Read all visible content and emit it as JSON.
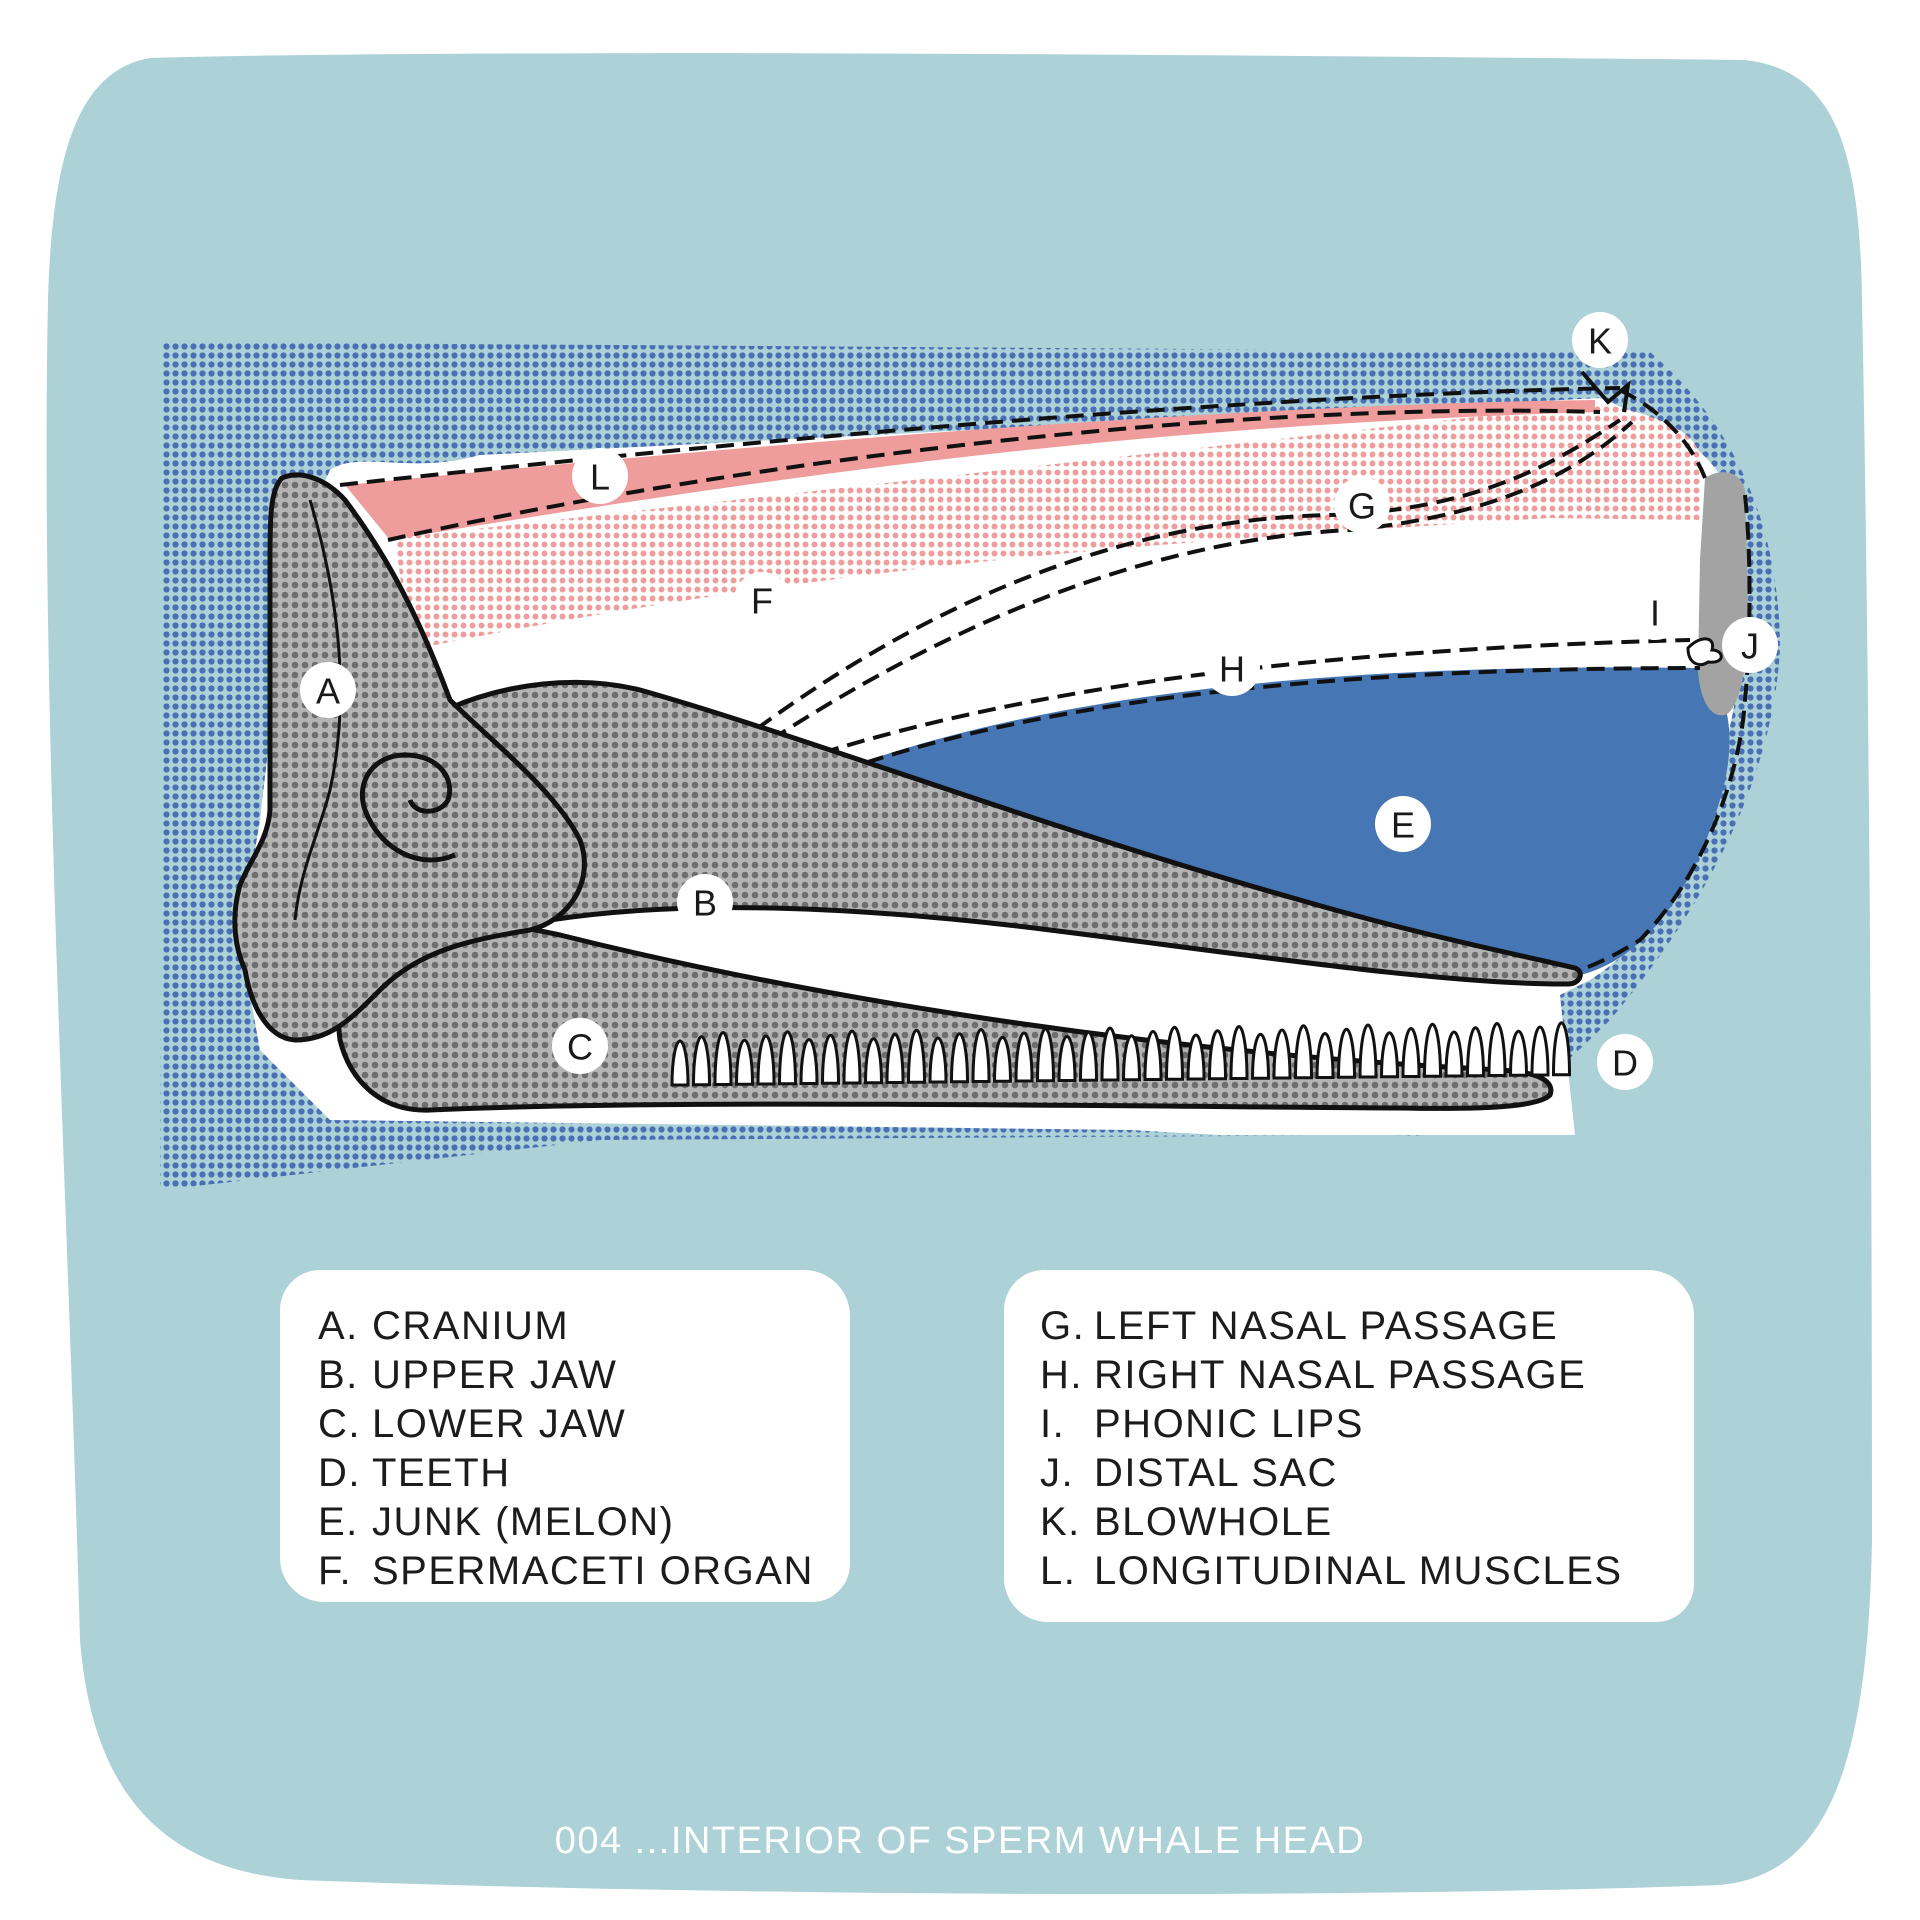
{
  "colors": {
    "background": "#acd1d7",
    "halftone": "#4a6fb5",
    "bone": "#b4b4b4",
    "bone_dark": "#6e6e6e",
    "muscle": "#ee9c9c",
    "melon": "#4676b3",
    "outline": "#111111",
    "white": "#ffffff"
  },
  "diagram": {
    "markers": [
      {
        "letter": "A"
      },
      {
        "letter": "B"
      },
      {
        "letter": "C"
      },
      {
        "letter": "D"
      },
      {
        "letter": "E"
      },
      {
        "letter": "F"
      },
      {
        "letter": "G"
      },
      {
        "letter": "H"
      },
      {
        "letter": "I"
      },
      {
        "letter": "J"
      },
      {
        "letter": "K"
      },
      {
        "letter": "L"
      }
    ]
  },
  "legend_left": [
    {
      "key": "A.",
      "label": "CRANIUM"
    },
    {
      "key": "B.",
      "label": "UPPER JAW"
    },
    {
      "key": "C.",
      "label": "LOWER JAW"
    },
    {
      "key": "D.",
      "label": "TEETH"
    },
    {
      "key": "E.",
      "label": "JUNK (MELON)"
    },
    {
      "key": "F.",
      "label": "SPERMACETI ORGAN"
    }
  ],
  "legend_right": [
    {
      "key": "G.",
      "label": "LEFT NASAL PASSAGE"
    },
    {
      "key": "H.",
      "label": "RIGHT NASAL PASSAGE"
    },
    {
      "key": "I.",
      "label": "PHONIC LIPS"
    },
    {
      "key": "J.",
      "label": "DISTAL SAC"
    },
    {
      "key": "K.",
      "label": "BLOWHOLE"
    },
    {
      "key": "L.",
      "label": "LONGITUDINAL MUSCLES"
    }
  ],
  "caption": "004 ...INTERIOR OF SPERM WHALE HEAD"
}
